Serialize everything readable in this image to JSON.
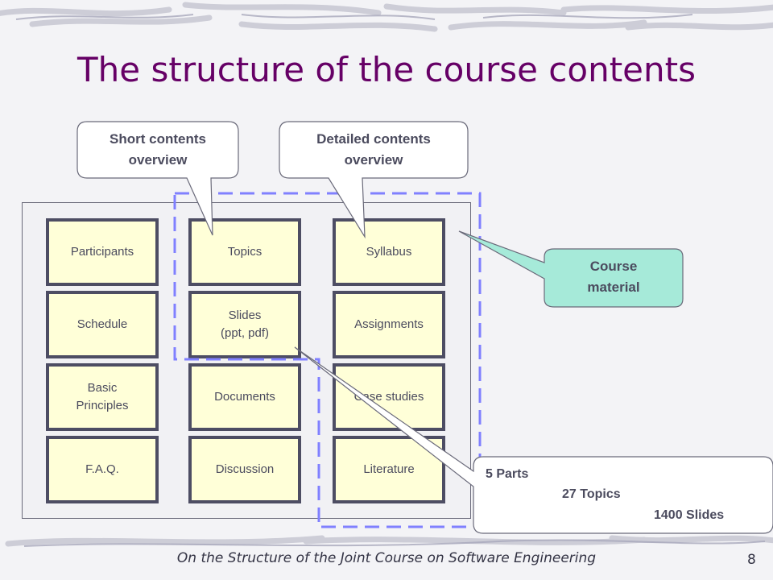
{
  "slide": {
    "title": "The structure of the course contents",
    "footer": "On the Structure of the Joint Course on Software Engineering",
    "page_number": "8"
  },
  "grid": {
    "col1": [
      "Participants",
      "Schedule",
      "Basic\nPrinciples",
      "F.A.Q."
    ],
    "col2": [
      "Topics",
      "Slides\n(ppt, pdf)",
      "Documents",
      "Discussion"
    ],
    "col3": [
      "Syllabus",
      "Assignments",
      "Case studies",
      "Literature"
    ]
  },
  "callouts": {
    "short": "Short contents\noverview",
    "detailed": "Detailed contents\noverview",
    "course_material": "Course\nmaterial",
    "stats": {
      "parts": "5 Parts",
      "topics": "27 Topics",
      "slides": "1400 Slides"
    }
  },
  "colors": {
    "title": "#660066",
    "cell_fill": "#ffffd8",
    "cell_border": "#4d4d63",
    "dashed": "#8080ff",
    "course_bubble": "#a6ead9"
  }
}
